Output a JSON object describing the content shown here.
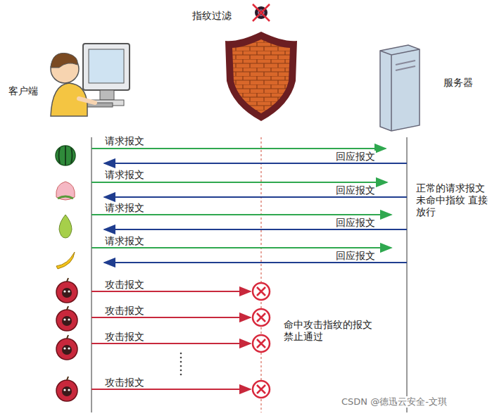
{
  "diagram": {
    "nodes": [
      {
        "text": [
          "客户端"
        ]
      },
      {
        "text": [
          "指纹过滤"
        ]
      },
      {
        "text": [
          "服务器"
        ]
      }
    ],
    "labels": [
      "请求报文",
      "回应报文",
      "请求报文",
      "回应报文",
      "请求报文",
      "回应报文",
      "请求报文",
      "回应报文",
      "正常的请求报文 未命中指纹 直接放行",
      "攻击报文",
      "攻击报文",
      "攻击报文",
      "攻击报文",
      "命中攻击指纹的报文 禁止通过",
      "CSDN @德迅云安全-文琪"
    ]
  }
}
